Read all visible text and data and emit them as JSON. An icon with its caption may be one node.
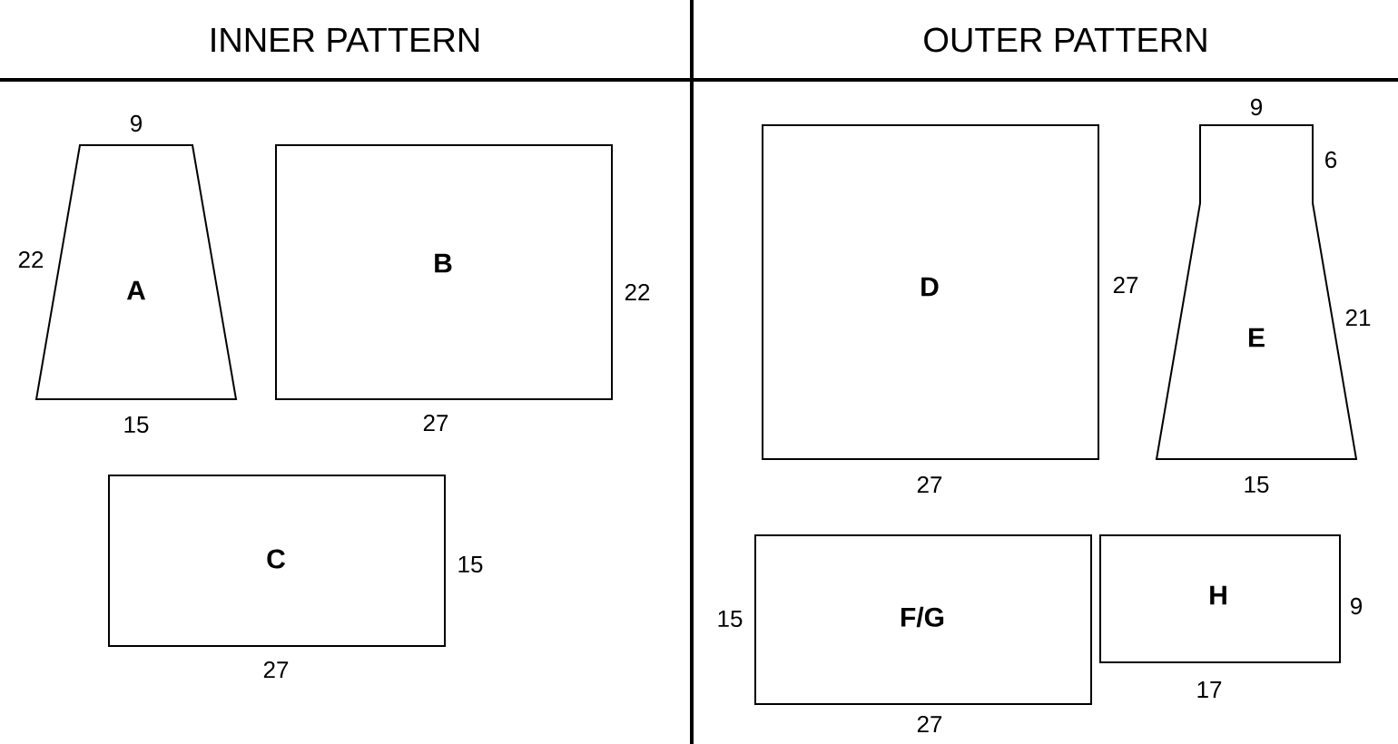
{
  "diagram": {
    "nodes": [
      {
        "text": [
          "A"
        ],
        "beside": [
          "9",
          "22",
          "15"
        ]
      },
      {
        "text": [
          "B"
        ],
        "beside": [
          "22",
          "27"
        ]
      },
      {
        "text": [
          "C"
        ],
        "beside": [
          "15",
          "27"
        ]
      },
      {
        "text": [
          "D"
        ],
        "beside": [
          "27",
          "27"
        ]
      },
      {
        "text": [
          "E"
        ],
        "beside": [
          "9",
          "6",
          "21",
          "15"
        ]
      },
      {
        "text": [
          "F/G"
        ],
        "beside": [
          "15",
          "27"
        ]
      },
      {
        "text": [
          "H"
        ],
        "beside": [
          "9",
          "17"
        ]
      }
    ],
    "labels": [
      "INNER PATTERN",
      "OUTER PATTERN"
    ]
  }
}
